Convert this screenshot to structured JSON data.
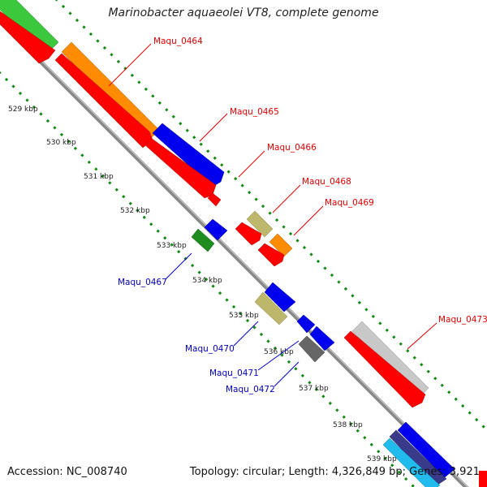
{
  "title": "Marinobacter aquaeolei VT8, complete genome",
  "footer": {
    "accession": "Accession: NC_008740",
    "summary": "Topology: circular; Length: 4,326,849 bp; Genes: 3,921"
  },
  "ticks": [
    "529 kbp",
    "530 kbp",
    "531 kbp",
    "532 kbp",
    "533 kbp",
    "534 kbp",
    "535 kbp",
    "536 kbp",
    "537 kbp",
    "538 kbp",
    "539 kbp"
  ],
  "genes_forward": [
    {
      "id": "g_0464",
      "label": "Maqu_0464",
      "color": "#ff8c00"
    },
    {
      "id": "g_0465",
      "label": "Maqu_0465",
      "color": "#0000ee"
    },
    {
      "id": "g_0466",
      "label": "Maqu_0466",
      "color": "#ff0000"
    },
    {
      "id": "g_0468",
      "label": "Maqu_0468",
      "color": "#ff0000"
    },
    {
      "id": "g_0469",
      "label": "Maqu_0469",
      "color": "#ff8c00"
    },
    {
      "id": "g_0473",
      "label": "Maqu_0473",
      "color": "#ff0000"
    }
  ],
  "genes_reverse": [
    {
      "id": "g_0467",
      "label": "Maqu_0467",
      "color": "#1e8c1e"
    },
    {
      "id": "g_0470",
      "label": "Maqu_0470",
      "color": "#bdb76b"
    },
    {
      "id": "g_0471",
      "label": "Maqu_0471",
      "color": "#0000ee"
    },
    {
      "id": "g_0472",
      "label": "Maqu_0472",
      "color": "#666666"
    }
  ],
  "colors": {
    "label_forward": "#dd0000",
    "label_reverse": "#0000bb",
    "backbone": "#888888",
    "gc_dots": "#118811"
  }
}
